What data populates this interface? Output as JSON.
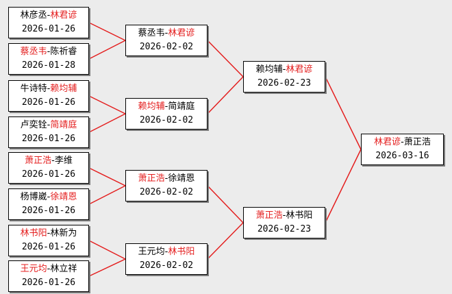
{
  "colors": {
    "winner": "#e41e1e",
    "connector": "#e41e1e",
    "box_border": "#000000",
    "background": "#ececec"
  },
  "bracket": {
    "round1": [
      {
        "p1": "林彦丞",
        "p2": "林君谚",
        "winner": 2,
        "date": "2026-01-26"
      },
      {
        "p1": "蔡丞韦",
        "p2": "陈祈睿",
        "winner": 1,
        "date": "2026-01-28"
      },
      {
        "p1": "牛诗特",
        "p2": "赖均辅",
        "winner": 2,
        "date": "2026-01-26"
      },
      {
        "p1": "卢奕铨",
        "p2": "简靖庭",
        "winner": 2,
        "date": "2026-01-26"
      },
      {
        "p1": "萧正浩",
        "p2": "李维",
        "winner": 1,
        "date": "2026-01-26"
      },
      {
        "p1": "杨博崴",
        "p2": "徐靖恩",
        "winner": 2,
        "date": "2026-01-26"
      },
      {
        "p1": "林书阳",
        "p2": "林新为",
        "winner": 1,
        "date": "2026-01-26"
      },
      {
        "p1": "王元均",
        "p2": "林立祥",
        "winner": 1,
        "date": "2026-01-26"
      }
    ],
    "round2": [
      {
        "p1": "蔡丞韦",
        "p2": "林君谚",
        "winner": 2,
        "date": "2026-02-02"
      },
      {
        "p1": "赖均辅",
        "p2": "简靖庭",
        "winner": 1,
        "date": "2026-02-02"
      },
      {
        "p1": "萧正浩",
        "p2": "徐靖恩",
        "winner": 1,
        "date": "2026-02-02"
      },
      {
        "p1": "王元均",
        "p2": "林书阳",
        "winner": 2,
        "date": "2026-02-02"
      }
    ],
    "round3": [
      {
        "p1": "赖均辅",
        "p2": "林君谚",
        "winner": 2,
        "date": "2026-02-23"
      },
      {
        "p1": "萧正浩",
        "p2": "林书阳",
        "winner": 1,
        "date": "2026-02-23"
      }
    ],
    "final": [
      {
        "p1": "林君谚",
        "p2": "萧正浩",
        "winner": 1,
        "date": "2026-03-16"
      }
    ]
  }
}
